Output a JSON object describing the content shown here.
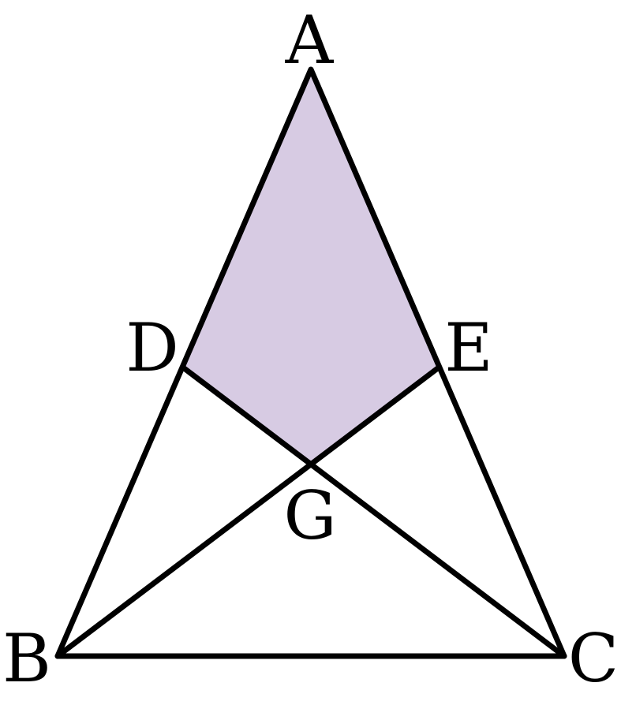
{
  "diagram": {
    "points": {
      "A": "A",
      "B": "B",
      "C": "C",
      "D": "D",
      "E": "E",
      "G": "G"
    },
    "colors": {
      "shaded_region": "#d7cbe3",
      "stroke": "#000000",
      "background": "#ffffff"
    }
  }
}
